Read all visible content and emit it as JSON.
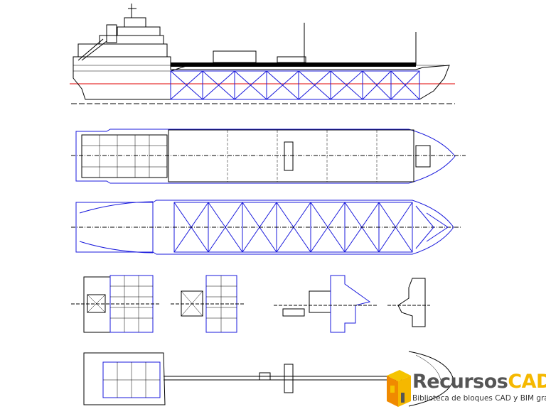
{
  "drawing": {
    "views": [
      "profile",
      "upper-deck-plan",
      "tank-top-plan",
      "superstructure-deck-plans",
      "bottom-plan"
    ],
    "colors": {
      "structure": "#000000",
      "hull-outline": "#1a1adc",
      "waterline": "#e00000"
    }
  },
  "watermark": {
    "brand_part1": "Recursos",
    "brand_part2": "CAD",
    "tagline": "Biblioteca de bloques CAD y BIM gratuita",
    "colors": {
      "gray": "#555555",
      "yellow": "#f5b800",
      "orange": "#f08a00"
    }
  }
}
